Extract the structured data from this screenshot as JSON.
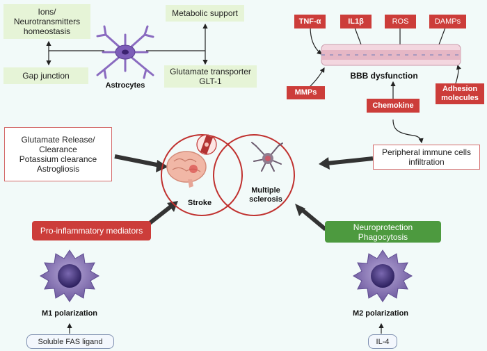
{
  "astrocyte_panel": {
    "ions_box": "Ions/\nNeurotransmitters\nhomeostasis",
    "gap_junction": "Gap junction",
    "cell_label": "Astrocytes",
    "metabolic_support": "Metabolic support",
    "glutamate_transporter": "Glutamate transporter\nGLT-1",
    "functions_box": "Glutamate Release/\nClearance\nPotassium clearance\nAstrogliosis"
  },
  "bbb_panel": {
    "tnf": "TNF-α",
    "il1": "IL1β",
    "ros": "ROS",
    "damps": "DAMPs",
    "mmps": "MMPs",
    "title": "BBB dysfunction",
    "chemokine": "Chemokine",
    "adhesion": "Adhesion\nmolecules",
    "infiltration_box": "Peripheral immune cells\ninfiltration"
  },
  "center": {
    "stroke": "Stroke",
    "ms": "Multiple\nsclerosis"
  },
  "m1_panel": {
    "mediators": "Pro-inflammatory mediators",
    "label": "M1 polarization",
    "ligand": "Soluble FAS ligand"
  },
  "m2_panel": {
    "protection": "Neuroprotection\nPhagocytosis",
    "label": "M2 polarization",
    "cytokine": "IL-4"
  },
  "colors": {
    "red": "#cc3d3a",
    "green": "#4d9a3f",
    "light_green": "#e6f4d7",
    "purple": "#7b6aa8",
    "background": "#f2faf9"
  }
}
